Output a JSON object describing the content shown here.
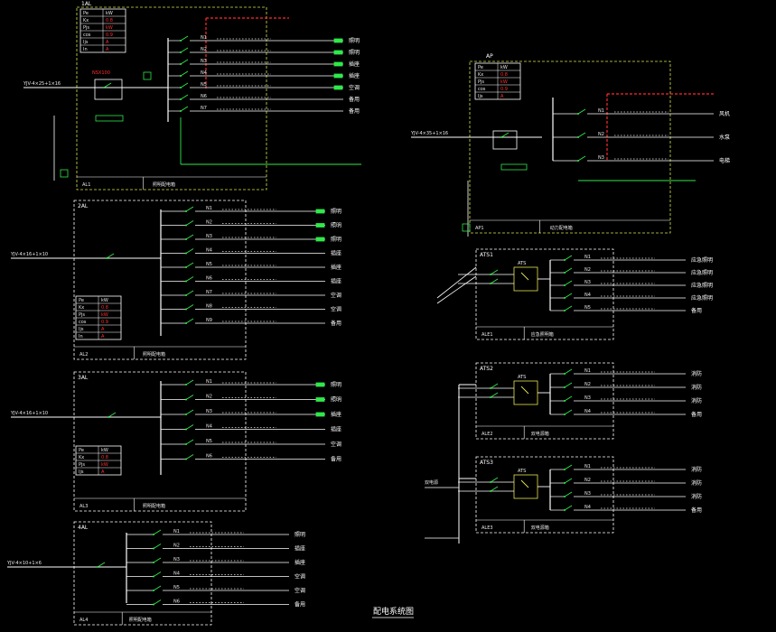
{
  "drawing": {
    "title": "配电系统图",
    "colors": {
      "background": "#000000",
      "frame": "#d8e64a",
      "wire": "#ffffff",
      "device": "#2fe84a",
      "alarm": "#ff2a2a",
      "text": "#e8e8e8",
      "ats": "#e6e64a"
    },
    "panels": {
      "p1": {
        "name": "1AL",
        "param_table": [
          [
            "Pe",
            "kW"
          ],
          [
            "Kx",
            "0.8"
          ],
          [
            "Pjs",
            "kW"
          ],
          [
            "cos",
            "0.9"
          ],
          [
            "Ijs",
            "A"
          ],
          [
            "In",
            "A"
          ]
        ],
        "incoming": "YJV-4×25+1×16",
        "main_breaker": "NSX100",
        "branches": [
          "N1",
          "N2",
          "N3",
          "N4",
          "N5",
          "N6",
          "N7"
        ],
        "loads": [
          "照明",
          "照明",
          "插座",
          "插座",
          "空调",
          "备用",
          "备用"
        ],
        "footer": [
          "AL1",
          "照明配电箱"
        ]
      },
      "p2": {
        "name": "2AL",
        "param_table": [
          [
            "Pe",
            "kW"
          ],
          [
            "Kx",
            "0.8"
          ],
          [
            "Pjs",
            "kW"
          ],
          [
            "cos",
            "0.9"
          ],
          [
            "Ijs",
            "A"
          ],
          [
            "In",
            "A"
          ]
        ],
        "incoming": "YJV-4×16+1×10",
        "branches": [
          "N1",
          "N2",
          "N3",
          "N4",
          "N5",
          "N6",
          "N7",
          "N8",
          "N9"
        ],
        "loads": [
          "照明",
          "照明",
          "照明",
          "插座",
          "插座",
          "插座",
          "空调",
          "空调",
          "备用"
        ],
        "footer": [
          "AL2",
          "照明配电箱"
        ]
      },
      "p3": {
        "name": "3AL",
        "param_table": [
          [
            "Pe",
            "kW"
          ],
          [
            "Kx",
            "0.8"
          ],
          [
            "Pjs",
            "kW"
          ],
          [
            "Ijs",
            "A"
          ]
        ],
        "incoming": "YJV-4×16+1×10",
        "branches": [
          "N1",
          "N2",
          "N3",
          "N4",
          "N5",
          "N6"
        ],
        "loads": [
          "照明",
          "照明",
          "插座",
          "插座",
          "空调",
          "备用"
        ],
        "footer": [
          "AL3",
          "照明配电箱"
        ]
      },
      "p4": {
        "name": "4AL",
        "incoming": "YJV-4×10+1×6",
        "branches": [
          "N1",
          "N2",
          "N3",
          "N4",
          "N5",
          "N6"
        ],
        "loads": [
          "照明",
          "插座",
          "插座",
          "空调",
          "空调",
          "备用"
        ],
        "footer": [
          "AL4",
          "照明配电箱"
        ]
      },
      "p5": {
        "name": "AP",
        "param_table": [
          [
            "Pe",
            "kW"
          ],
          [
            "Kx",
            "0.8"
          ],
          [
            "Pjs",
            "kW"
          ],
          [
            "cos",
            "0.9"
          ],
          [
            "Ijs",
            "A"
          ]
        ],
        "incoming": "YJV-4×35+1×16",
        "branches": [
          "N1",
          "N2",
          "N3"
        ],
        "loads": [
          "风机",
          "水泵",
          "电梯"
        ],
        "footer": [
          "AP1",
          "动力配电箱"
        ]
      },
      "p6": {
        "name": "ATS1",
        "ats_label": "ATS",
        "branches": [
          "N1",
          "N2",
          "N3",
          "N4",
          "N5"
        ],
        "loads": [
          "应急照明",
          "应急照明",
          "应急照明",
          "应急照明",
          "备用"
        ],
        "footer": [
          "ALE1",
          "应急照明箱"
        ]
      },
      "p7": {
        "name": "ATS2",
        "ats_label": "ATS",
        "branches": [
          "N1",
          "N2",
          "N3",
          "N4"
        ],
        "loads": [
          "消防",
          "消防",
          "消防",
          "备用"
        ],
        "footer": [
          "ALE2",
          "双电源箱"
        ]
      },
      "p8": {
        "name": "ATS3",
        "ats_label": "ATS",
        "branches": [
          "N1",
          "N2",
          "N3",
          "N4"
        ],
        "loads": [
          "消防",
          "消防",
          "消防",
          "备用"
        ],
        "footer": [
          "ALE3",
          "双电源箱"
        ],
        "source_label": "双电源"
      }
    }
  }
}
